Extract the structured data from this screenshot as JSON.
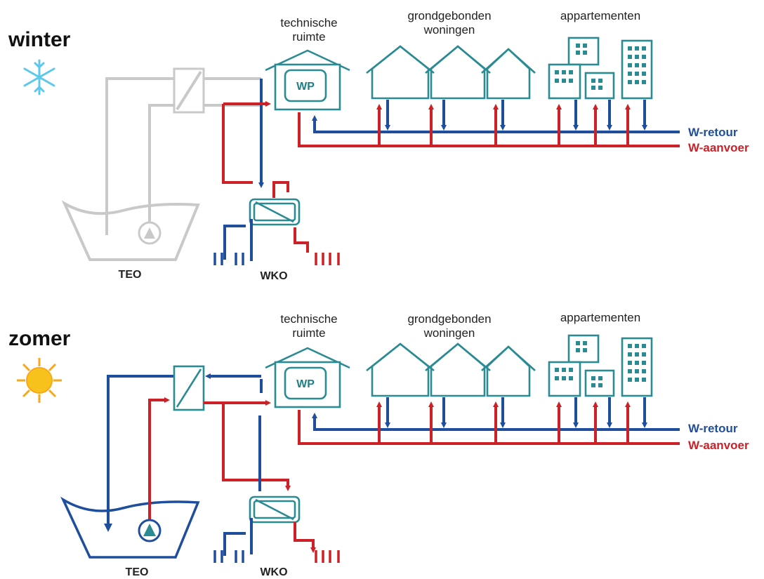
{
  "panels": {
    "winter": {
      "season": "winter",
      "technical_room": [
        "technische",
        "ruimte"
      ],
      "houses_label": [
        "grondgebonden",
        "woningen"
      ],
      "apartments_label": "appartementen",
      "heat_pump": "WP",
      "teo_label": "TEO",
      "wko_label": "WKO",
      "return_label": "W-retour",
      "supply_label": "W-aanvoer"
    },
    "summer": {
      "season": "zomer",
      "technical_room": [
        "technische",
        "ruimte"
      ],
      "houses_label": [
        "grondgebonden",
        "woningen"
      ],
      "apartments_label": "appartementen",
      "heat_pump": "WP",
      "teo_label": "TEO",
      "wko_label": "WKO",
      "return_label": "W-retour",
      "supply_label": "W-aanvoer"
    }
  },
  "colors": {
    "return": "#1f4e9c",
    "supply": "#cc2127",
    "buildings": "#2a8b93",
    "inactive": "#c9c9c9",
    "snowflake": "#5bc8ec",
    "sun": "#f7c21b"
  },
  "icons": {
    "winter": "snowflake-icon",
    "summer": "sun-icon"
  },
  "inactive_in_winter": [
    "TEO",
    "heat-exchanger"
  ]
}
